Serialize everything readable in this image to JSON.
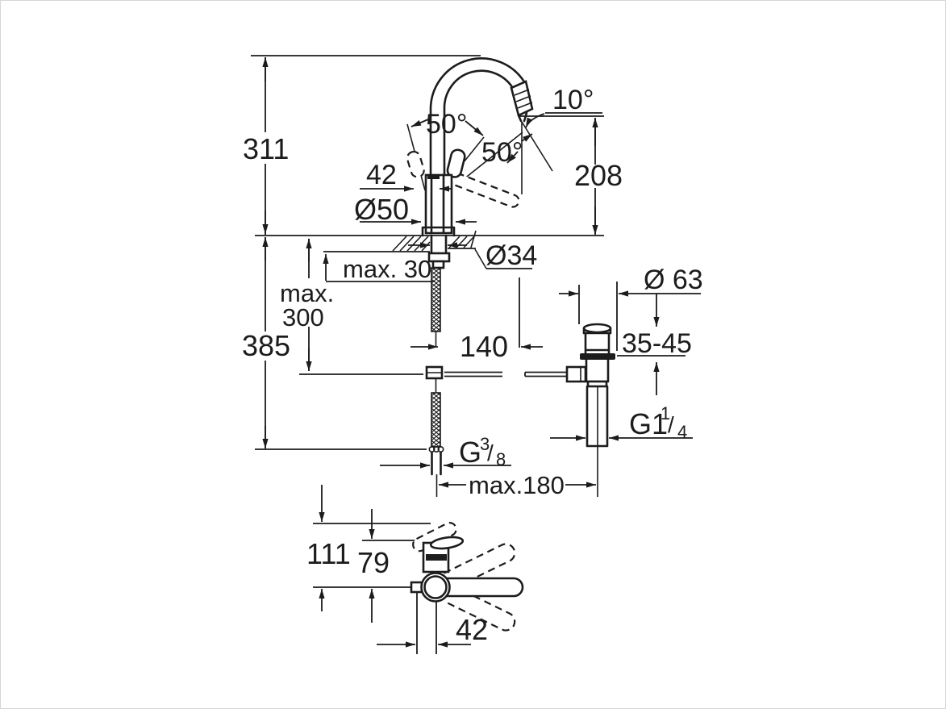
{
  "labels": {
    "height_above_deck": "311",
    "handle_swing_angle": "50°",
    "handle_lift_angle": "50°",
    "aerator_angle": "10°",
    "body_offset": "42",
    "outlet_height": "208",
    "base_diameter": "Ø50",
    "shank_diameter": "Ø34",
    "deck_thickness_max": "max. 30",
    "hose_length_max_line1": "max.",
    "hose_length_max_line2": "300",
    "total_height_below": "385",
    "rod_to_waste_distance": "140",
    "waste_flange_diameter": "Ø 63",
    "waste_deck_range": "35-45",
    "waste_thread_base": "G1",
    "waste_thread_sup": "1",
    "waste_thread_slash": "/",
    "waste_thread_sub": "4",
    "supply_thread_base": "G",
    "supply_thread_sup": "3",
    "supply_thread_slash": "/",
    "supply_thread_sub": "8",
    "reach_max": "max.180",
    "topview_depth": "111",
    "topview_handle_depth": "79",
    "topview_offset": "42"
  },
  "colors": {
    "line": "#1c1c1c",
    "background": "#ffffff",
    "frame_border": "#d6d6d6"
  }
}
